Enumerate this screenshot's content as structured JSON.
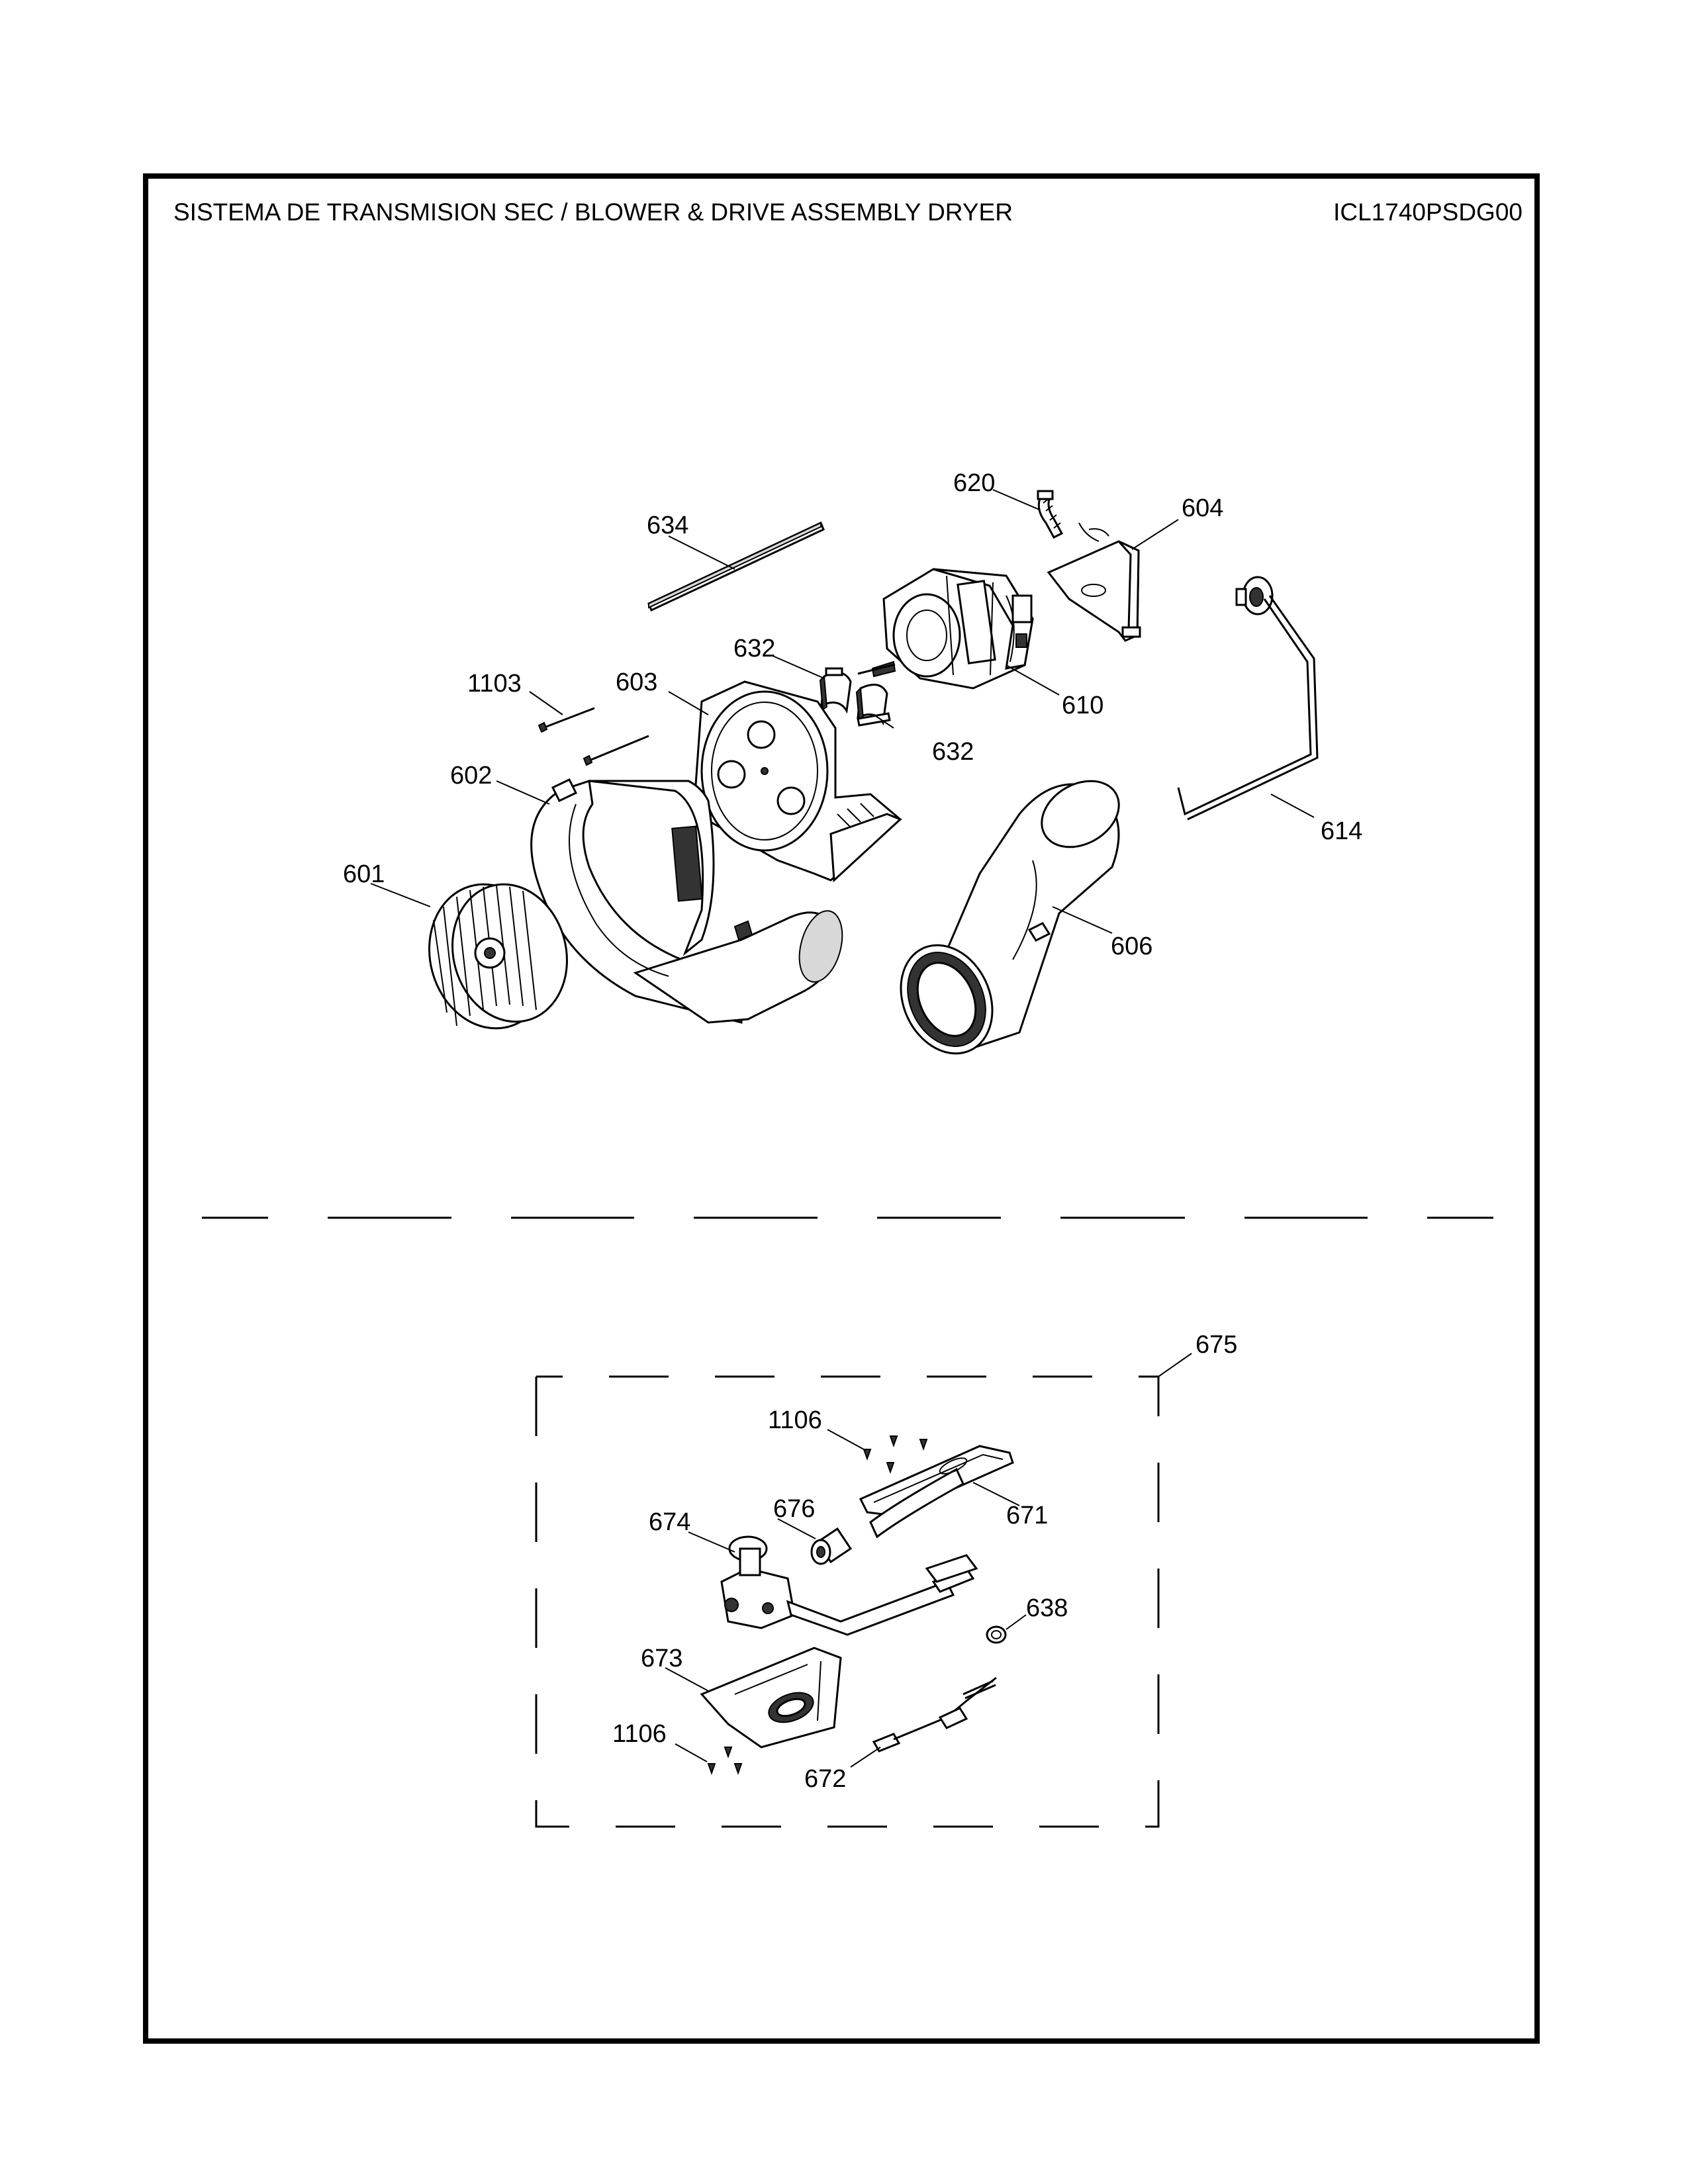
{
  "header": {
    "title": "SISTEMA DE TRANSMISION SEC / BLOWER & DRIVE ASSEMBLY DRYER",
    "model": "ICL1740PSDG00"
  },
  "callouts": {
    "p620": "620",
    "p604": "604",
    "p634": "634",
    "p632a": "632",
    "p632b": "632",
    "p1103": "1103",
    "p603": "603",
    "p610": "610",
    "p602": "602",
    "p614": "614",
    "p601": "601",
    "p606": "606",
    "p675": "675",
    "p1106a": "1106",
    "p671": "671",
    "p676": "676",
    "p674": "674",
    "p638": "638",
    "p673": "673",
    "p1106b": "1106",
    "p672": "672"
  }
}
